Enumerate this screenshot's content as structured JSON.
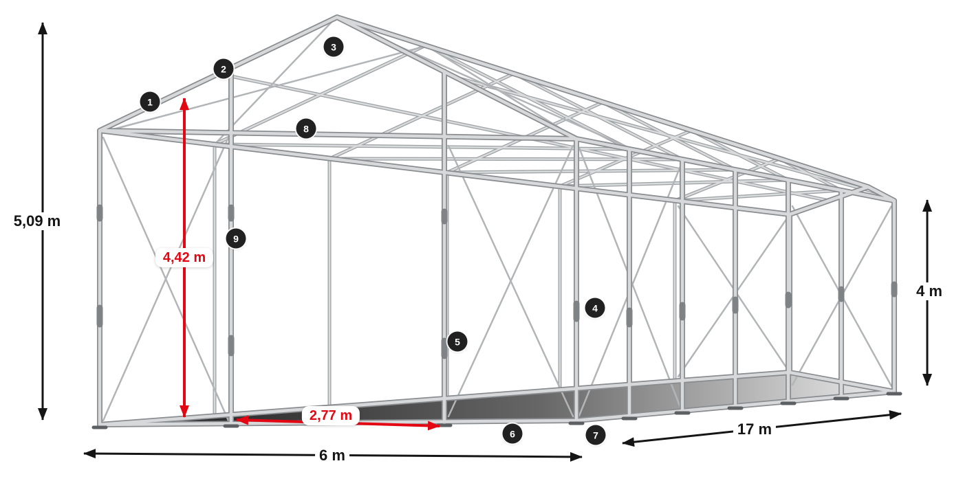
{
  "diagram": {
    "description": "Tent steel frame construction drawing with dimension arrows and numbered part markers",
    "dimension_labels": {
      "total_height": "5,09 m",
      "clearance_height": "4,42 m",
      "entrance_width": "2,77 m",
      "side_height": "4 m",
      "width": "6 m",
      "length": "17 m"
    },
    "markers": [
      "1",
      "2",
      "3",
      "4",
      "5",
      "6",
      "7",
      "8",
      "9"
    ],
    "colors": {
      "accent_red": "#e30613",
      "dimension_black": "#151515",
      "frame_tube": "#d6d8d9",
      "frame_outline": "#898d90",
      "badge_background": "#212121",
      "badge_text": "#ffffff",
      "background": "#ffffff"
    }
  }
}
